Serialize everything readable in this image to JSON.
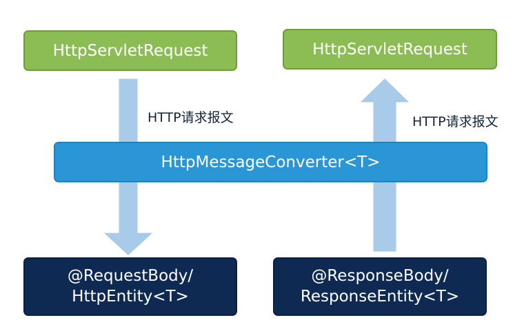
{
  "nodes": {
    "request_top": {
      "label": "HttpServletRequest"
    },
    "request_top_right": {
      "label": "HttpServletRequest"
    },
    "converter": {
      "label": "HttpMessageConverter<T>"
    },
    "request_body": {
      "line1": "@RequestBody/",
      "line2": "HttpEntity<T>"
    },
    "response_body": {
      "line1": "@ResponseBody/",
      "line2": "ResponseEntity<T>"
    }
  },
  "edges": {
    "left_label": "HTTP请求报文",
    "right_label": "HTTP请求报文"
  },
  "colors": {
    "green_box": "#8cbd55",
    "converter_box": "#2a96d6",
    "navy_box": "#0e2a52",
    "arrow_fill": "#a9cbea"
  }
}
